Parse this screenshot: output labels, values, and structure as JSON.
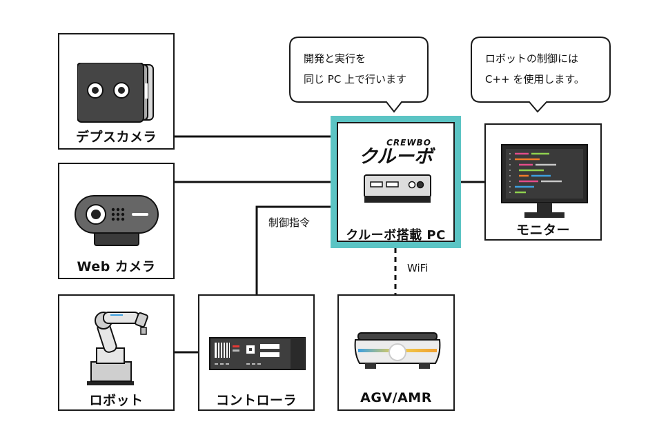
{
  "nodes": {
    "depth_camera": {
      "label": "デプスカメラ",
      "icon": "depth-camera-icon"
    },
    "web_camera": {
      "label": "Web カメラ",
      "icon": "web-camera-icon"
    },
    "robot": {
      "label": "ロボット",
      "icon": "robot-arm-icon"
    },
    "controller": {
      "label": "コントローラ",
      "icon": "controller-icon"
    },
    "crewbo_pc": {
      "label": "クルーボ搭載 PC",
      "logo_sub": "CREWBO",
      "logo_main": "クルーボ",
      "icon": "mini-pc-icon",
      "accent": "#5bc4c4"
    },
    "monitor": {
      "label": "モニター",
      "icon": "monitor-icon"
    },
    "agv": {
      "label": "AGV/AMR",
      "icon": "agv-icon"
    }
  },
  "bubbles": [
    {
      "lines": [
        "開発と実行を",
        "同じ PC 上で行います"
      ]
    },
    {
      "lines": [
        "ロボットの制御には",
        "C++ を使用します。"
      ]
    }
  ],
  "edges": {
    "control_label": "制御指令",
    "wifi_label": "WiFi"
  }
}
